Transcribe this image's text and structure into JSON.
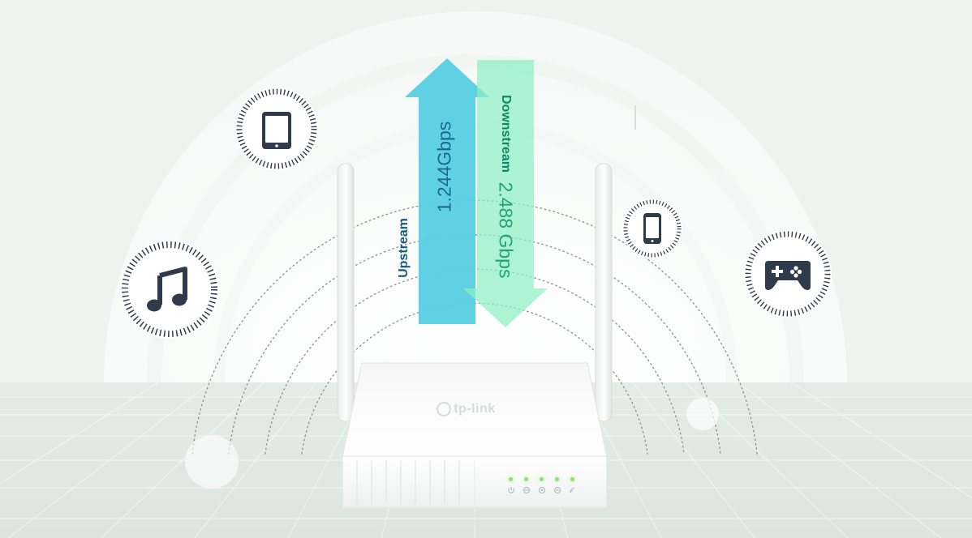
{
  "upstream": {
    "title": "Upstream",
    "speed": "1.244Gbps"
  },
  "downstream": {
    "title": "Downstream",
    "speed": "2.488 Gbps"
  },
  "device": {
    "brand": "tp-link"
  },
  "icons": [
    "tablet-icon",
    "music-note-icon",
    "smartphone-icon",
    "game-controller-icon",
    "power-led-icon",
    "wan-led-icon",
    "lan-led-icon",
    "wifi-led-icon",
    "signal-led-icon"
  ],
  "colors": {
    "upstream_arrow": "#56cfe1",
    "downstream_arrow": "#8ef0c3",
    "led_green": "#8ee26d",
    "accent_dark": "#2f3b4a"
  }
}
